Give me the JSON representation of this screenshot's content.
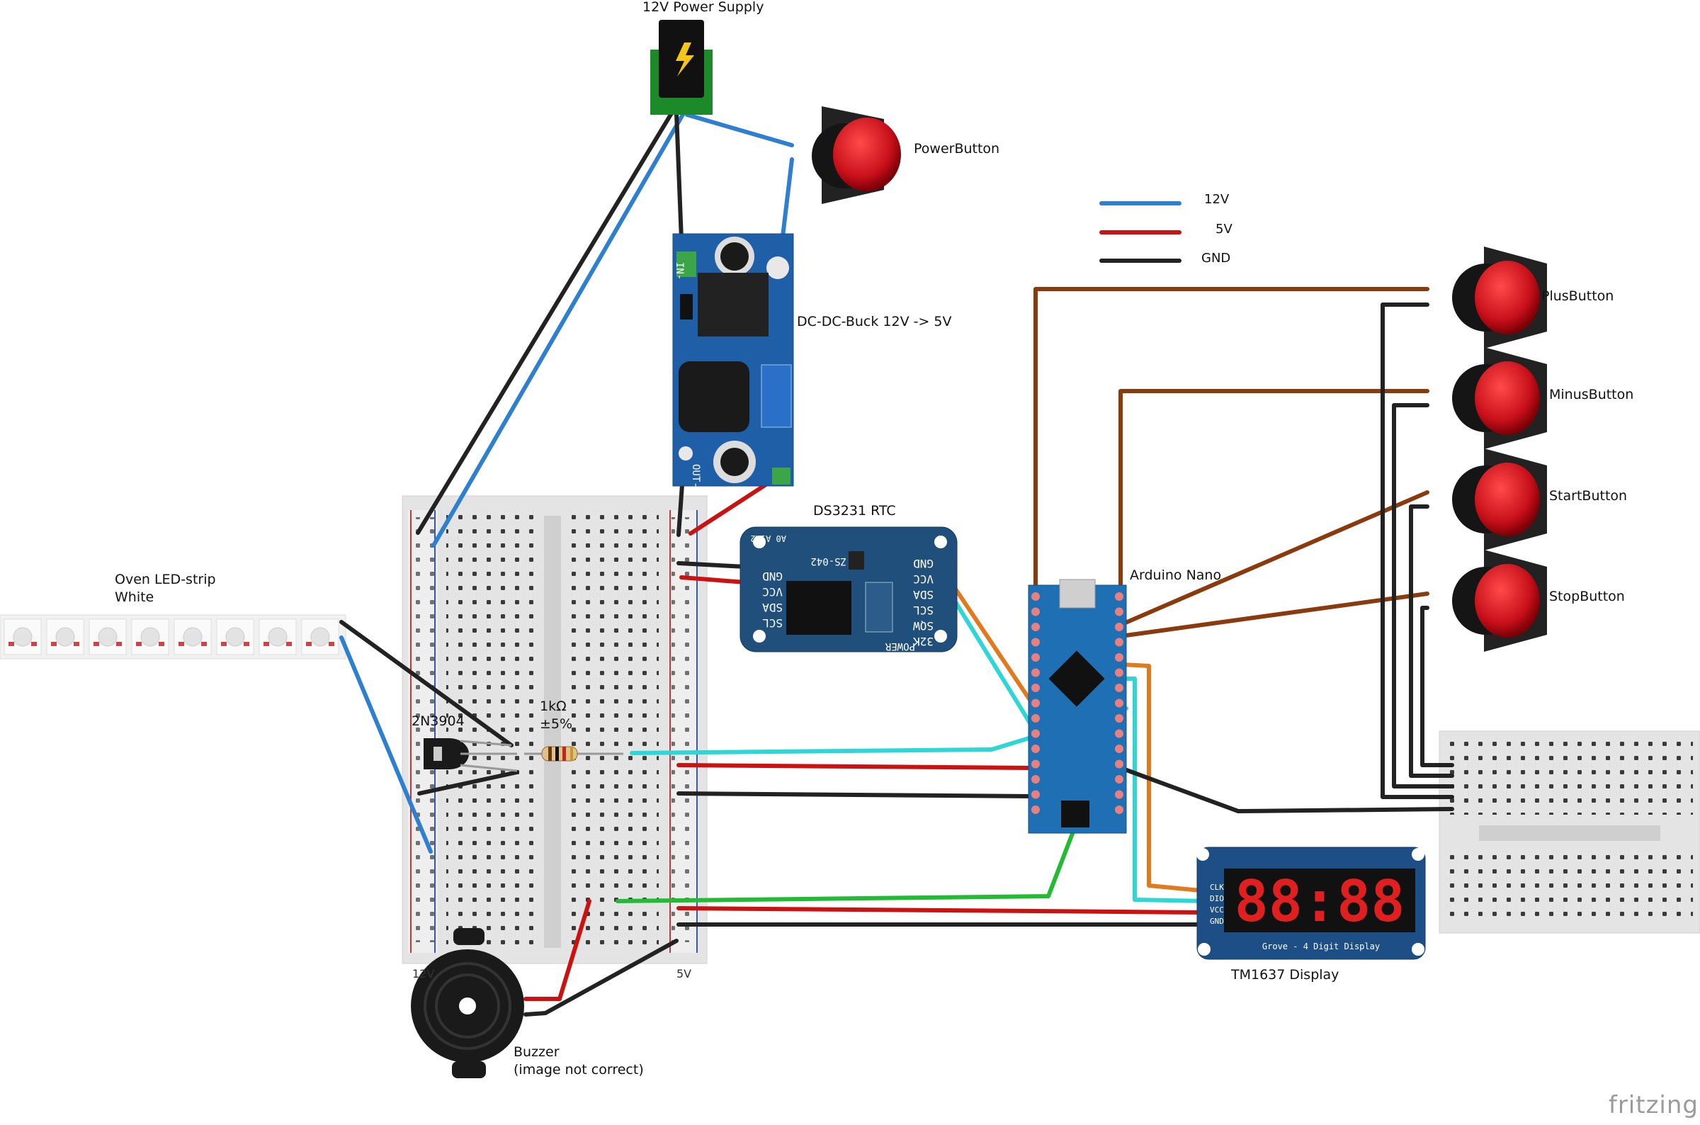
{
  "labels": {
    "power_supply": "12V Power Supply",
    "power_button": "PowerButton",
    "buck": "DC-DC-Buck 12V -> 5V",
    "rtc": "DS3231 RTC",
    "led_strip_1": "Oven LED-strip",
    "led_strip_2": "White",
    "transistor": "2N3904",
    "resistor_1": "1kΩ",
    "resistor_2": "±5%",
    "arduino": "Arduino Nano",
    "plus_button": "PlusButton",
    "minus_button": "MinusButton",
    "start_button": "StartButton",
    "stop_button": "StopButton",
    "display": "TM1637 Display",
    "buzzer_1": "Buzzer",
    "buzzer_2": "(image not correct)",
    "rail_12v": "12V",
    "rail_5v": "5V"
  },
  "legend": [
    {
      "label": "12V",
      "color": "#2f7fd1"
    },
    {
      "label": "5V",
      "color": "#cc1111"
    },
    {
      "label": "GND",
      "color": "#222222"
    }
  ],
  "rtc_pins_left": [
    "GND",
    "VCC",
    "SDA",
    "SCL"
  ],
  "rtc_pins_right": [
    "GND",
    "VCC",
    "SDA",
    "SCL",
    "SQW",
    "32K"
  ],
  "rtc_board_text": [
    "ZS-042",
    "A0 A1A2",
    "POWER"
  ],
  "buck_text": [
    "IN-",
    "OUT-"
  ],
  "display_pins": [
    "CLK",
    "DIO",
    "VCC",
    "GND"
  ],
  "display_digits": "88:88",
  "display_caption": "Grove - 4 Digit Display",
  "fritzing_logo": "fritzing",
  "colors": {
    "wire_12v": "#2f7fd1",
    "wire_5v": "#cc1111",
    "wire_gnd": "#222222",
    "wire_brown": "#8b3a0e",
    "wire_cyan": "#2ed6d6",
    "wire_orange": "#e07a1c",
    "wire_green": "#22bb33",
    "board_blue": "#1f5fa8",
    "button_red": "#c8101a"
  }
}
